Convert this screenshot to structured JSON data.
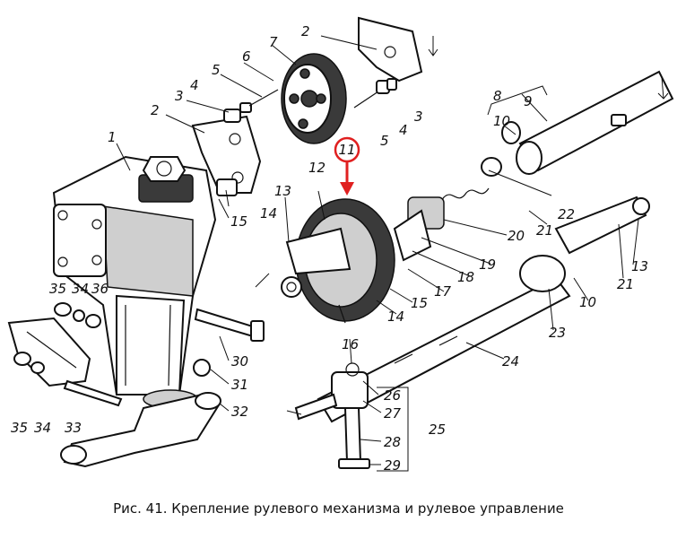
{
  "caption": "Рис. 41. Крепление рулевого механизма и рулевое управление",
  "highlight": {
    "label": "11",
    "color": "#e02020"
  },
  "callouts": [
    {
      "id": "c1",
      "text": "1"
    },
    {
      "id": "c2a",
      "text": "2"
    },
    {
      "id": "c2b",
      "text": "2"
    },
    {
      "id": "c3a",
      "text": "3"
    },
    {
      "id": "c3b",
      "text": "3"
    },
    {
      "id": "c4a",
      "text": "4"
    },
    {
      "id": "c4b",
      "text": "4"
    },
    {
      "id": "c5a",
      "text": "5"
    },
    {
      "id": "c5b",
      "text": "5"
    },
    {
      "id": "c6",
      "text": "6"
    },
    {
      "id": "c7",
      "text": "7"
    },
    {
      "id": "c8",
      "text": "8"
    },
    {
      "id": "c9",
      "text": "9"
    },
    {
      "id": "c10a",
      "text": "10"
    },
    {
      "id": "c10b",
      "text": "10"
    },
    {
      "id": "c12",
      "text": "12"
    },
    {
      "id": "c13a",
      "text": "13"
    },
    {
      "id": "c13b",
      "text": "13"
    },
    {
      "id": "c14a",
      "text": "14"
    },
    {
      "id": "c14b",
      "text": "14"
    },
    {
      "id": "c15a",
      "text": "15"
    },
    {
      "id": "c15b",
      "text": "15"
    },
    {
      "id": "c16",
      "text": "16"
    },
    {
      "id": "c17",
      "text": "17"
    },
    {
      "id": "c18",
      "text": "18"
    },
    {
      "id": "c19",
      "text": "19"
    },
    {
      "id": "c20",
      "text": "20"
    },
    {
      "id": "c21a",
      "text": "21"
    },
    {
      "id": "c21b",
      "text": "21"
    },
    {
      "id": "c22",
      "text": "22"
    },
    {
      "id": "c23",
      "text": "23"
    },
    {
      "id": "c24",
      "text": "24"
    },
    {
      "id": "c25",
      "text": "25"
    },
    {
      "id": "c26",
      "text": "26"
    },
    {
      "id": "c27",
      "text": "27"
    },
    {
      "id": "c28",
      "text": "28"
    },
    {
      "id": "c29",
      "text": "29"
    },
    {
      "id": "c30",
      "text": "30"
    },
    {
      "id": "c31",
      "text": "31"
    },
    {
      "id": "c32",
      "text": "32"
    },
    {
      "id": "c33",
      "text": "33"
    },
    {
      "id": "c34a",
      "text": "34"
    },
    {
      "id": "c34b",
      "text": "34"
    },
    {
      "id": "c35a",
      "text": "35"
    },
    {
      "id": "c35b",
      "text": "35"
    },
    {
      "id": "c36",
      "text": "36"
    }
  ]
}
